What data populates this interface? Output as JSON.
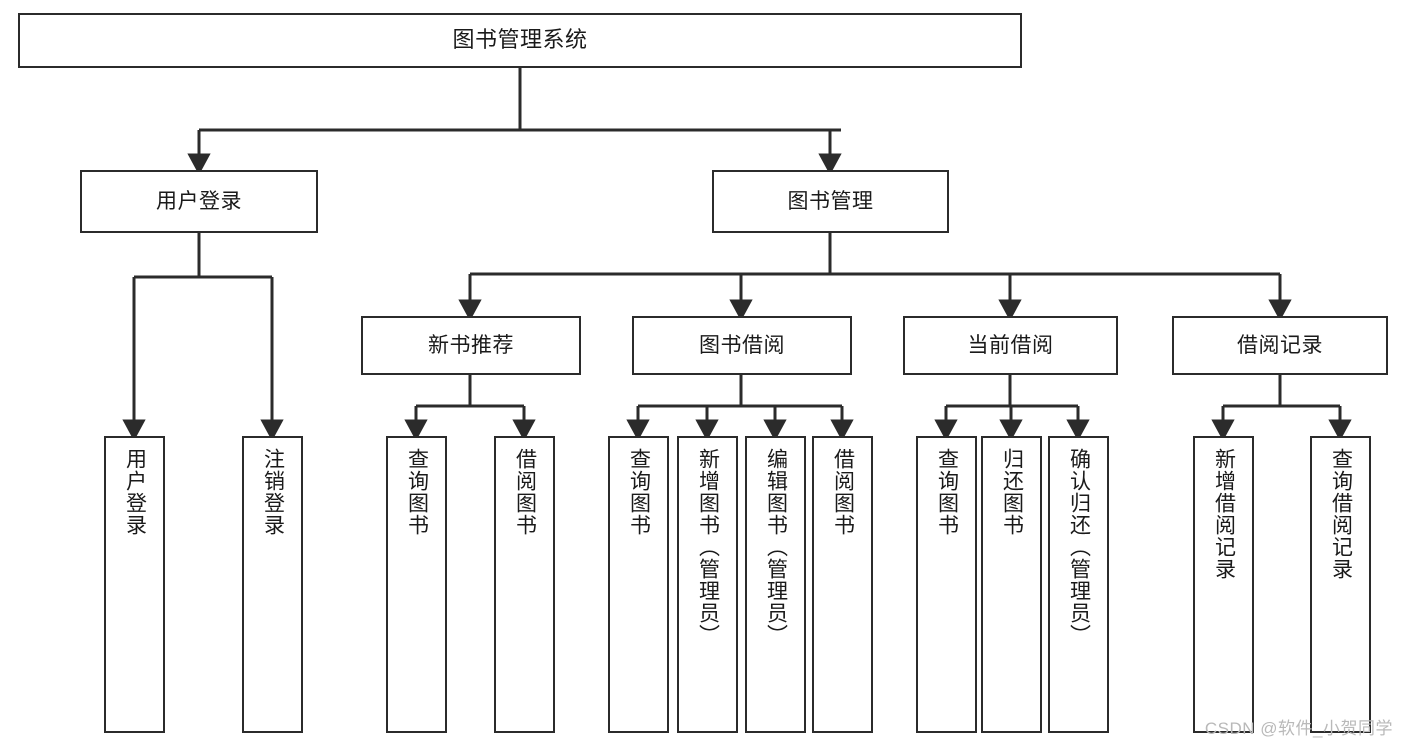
{
  "diagram": {
    "title": "图书管理系统",
    "type": "tree-hierarchy-chart",
    "stroke_color": "#2b2b2b",
    "fill_color": "#ffffff",
    "text_color": "#1a1a1a",
    "watermark": "CSDN @软件_小贺同学",
    "nodes": {
      "root": "图书管理系统",
      "level2": {
        "user_login": "用户登录",
        "book_manage": "图书管理"
      },
      "level3": {
        "new_book_recommend": "新书推荐",
        "book_borrow": "图书借阅",
        "current_borrow": "当前借阅",
        "borrow_record": "借阅记录"
      },
      "leaves": {
        "user_login_1": "用户登录",
        "user_login_2": "注销登录",
        "recommend_1": "查询图书",
        "recommend_2": "借阅图书",
        "borrow_1": "查询图书",
        "borrow_2": "新增图书（管理员）",
        "borrow_3": "编辑图书（管理员）",
        "borrow_4": "借阅图书",
        "current_1": "查询图书",
        "current_2": "归还图书",
        "current_3": "确认归还（管理员）",
        "record_1": "新增借阅记录",
        "record_2": "查询借阅记录"
      }
    }
  }
}
